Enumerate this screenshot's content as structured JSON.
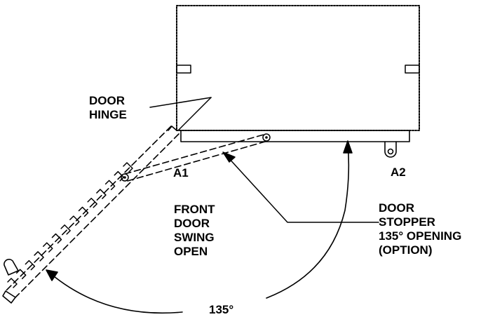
{
  "labels": {
    "door_hinge": [
      "DOOR",
      "HINGE"
    ],
    "a1": "A1",
    "a2": "A2",
    "front_door_swing_open": [
      "FRONT",
      "DOOR",
      "SWING",
      "OPEN"
    ],
    "door_stopper": [
      "DOOR",
      "STOPPER",
      "135° OPENING",
      "(OPTION)"
    ],
    "angle": "135°"
  }
}
